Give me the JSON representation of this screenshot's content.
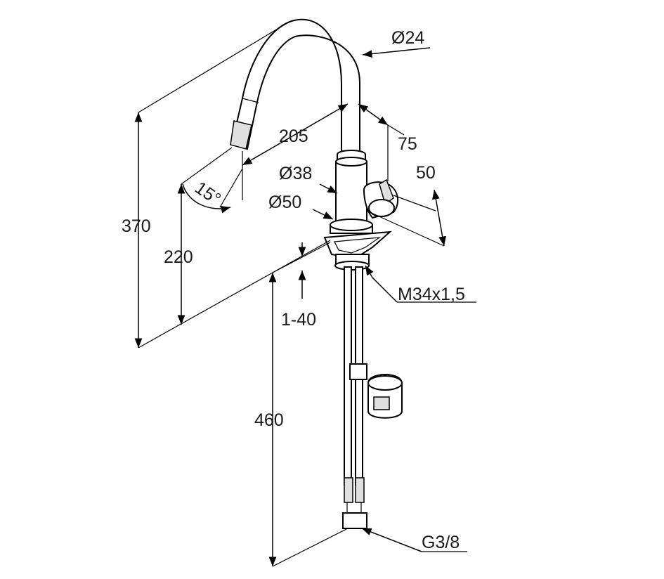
{
  "labels": {
    "d24": "Ø24",
    "d205": "205",
    "d75": "75",
    "d38": "Ø38",
    "d50": "50",
    "d15": "15°",
    "dia50": "Ø50",
    "d370": "370",
    "d220": "220",
    "m34": "M34x1,5",
    "d1_40": "1-40",
    "d460": "460",
    "g38": "G3/8"
  }
}
